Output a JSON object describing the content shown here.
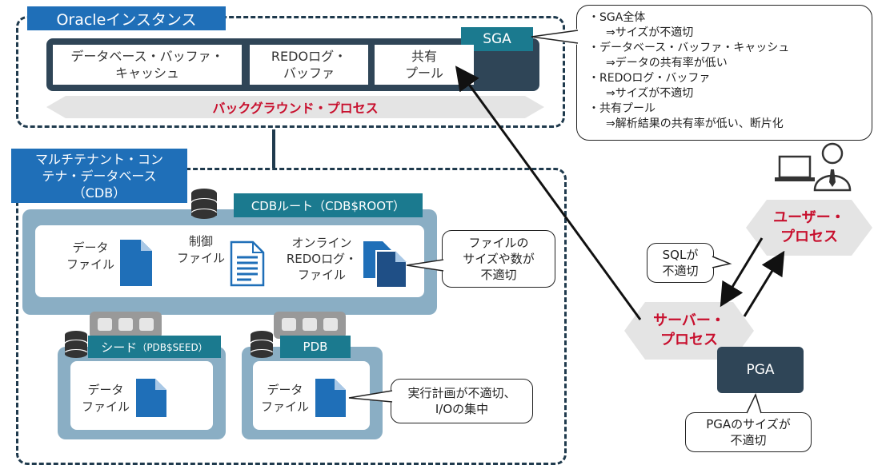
{
  "instance": {
    "title": "Oracleインスタンス",
    "sga_label": "SGA",
    "buffer_cache": [
      "データベース・バッファ・",
      "キャッシュ"
    ],
    "redo_buffer": [
      "REDOログ・",
      "バッファ"
    ],
    "shared_pool": [
      "共有",
      "プール"
    ],
    "background": "バックグラウンド・プロセス"
  },
  "sga_notes": [
    "・SGA全体",
    "⇒サイズが不適切",
    "・データベース・バッファ・キャッシュ",
    "⇒データの共有率が低い",
    "・REDOログ・バッファ",
    "⇒サイズが不適切",
    "・共有プール",
    "⇒解析結果の共有率が低い、断片化"
  ],
  "cdb": {
    "title": [
      "マルチテナント・コン",
      "テナ・データベース",
      "（CDB）"
    ],
    "root_label": "CDBルート（CDB$ROOT）",
    "data_file": [
      "データ",
      "ファイル"
    ],
    "control_file": [
      "制御",
      "ファイル"
    ],
    "redo_file": [
      "オンライン",
      "REDOログ・",
      "ファイル"
    ],
    "file_note": [
      "ファイルの",
      "サイズや数が",
      "不適切"
    ],
    "seed_label": "シード",
    "seed_sub": "（PDB$SEED）",
    "seed_file": [
      "データ",
      "ファイル"
    ],
    "pdb_label": "PDB",
    "pdb_file": [
      "データ",
      "ファイル"
    ],
    "pdb_note": [
      "実行計画が不適切、",
      "I/Oの集中"
    ]
  },
  "user_process": [
    "ユーザー・",
    "プロセス"
  ],
  "server_process": [
    "サーバー・",
    "プロセス"
  ],
  "sql_note": [
    "SQLが",
    "不適切"
  ],
  "pga": {
    "label": "PGA",
    "note": [
      "PGAのサイズが",
      "不適切"
    ]
  },
  "colors": {
    "dark": "#2f4557",
    "tag_blue": "#1f6fb8",
    "teal": "#1b7a8f",
    "cdb_fill": "#8aaec4",
    "accent_red": "#c8102e"
  }
}
